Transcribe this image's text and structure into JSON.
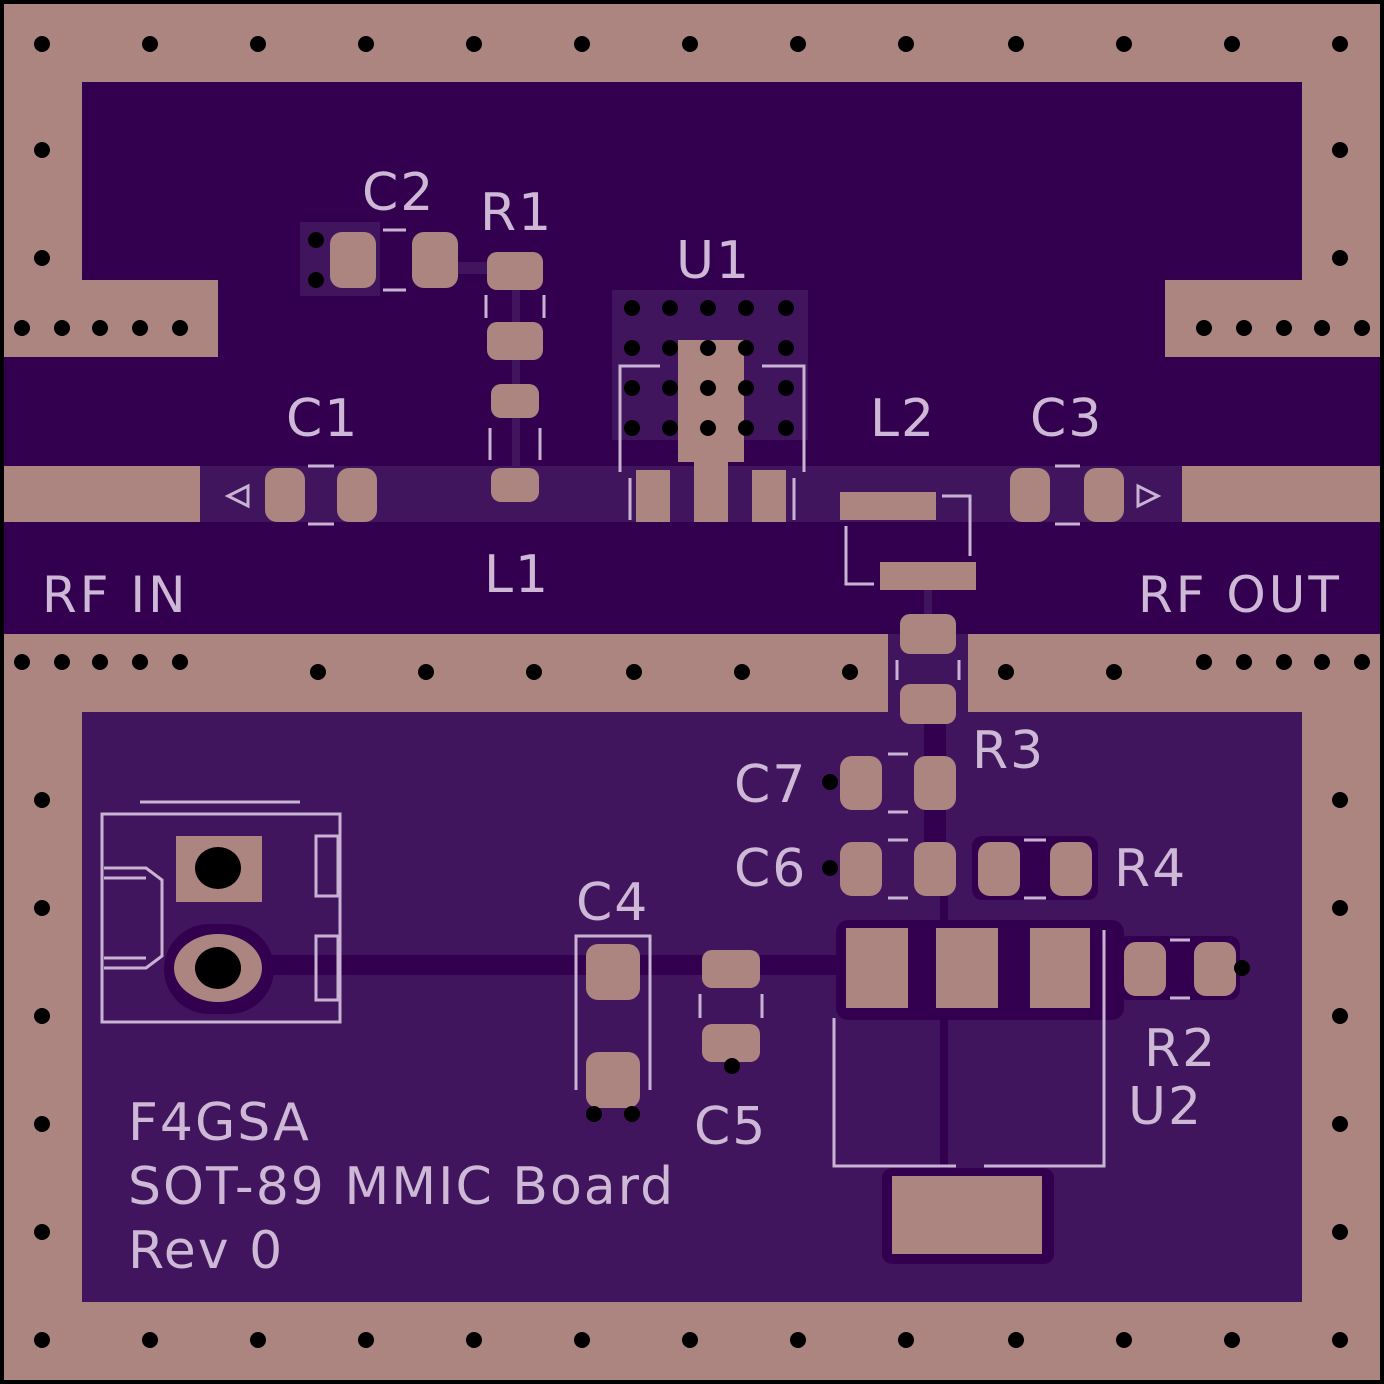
{
  "board": {
    "colors": {
      "copper": "#ad8580",
      "soldermask_dark": "#330050",
      "soldermask_light": "#41145e",
      "silkscreen": "#c8b3d2",
      "via": "#000000"
    }
  },
  "labels": {
    "c1": "C1",
    "c2": "C2",
    "c3": "C3",
    "c4": "C4",
    "c5": "C5",
    "c6": "C6",
    "c7": "C7",
    "r1": "R1",
    "r2": "R2",
    "r3": "R3",
    "r4": "R4",
    "l1": "L1",
    "l2": "L2",
    "u1": "U1",
    "u2": "U2",
    "rf_in": "RF IN",
    "rf_out": "RF OUT"
  },
  "board_text": {
    "line1": "F4GSA",
    "line2": "SOT-89 MMIC Board",
    "line3": "Rev 0"
  },
  "icons": {
    "input_marker": "triangle-left-icon",
    "output_marker": "triangle-right-icon",
    "connector": "dc-power-connector-icon"
  }
}
